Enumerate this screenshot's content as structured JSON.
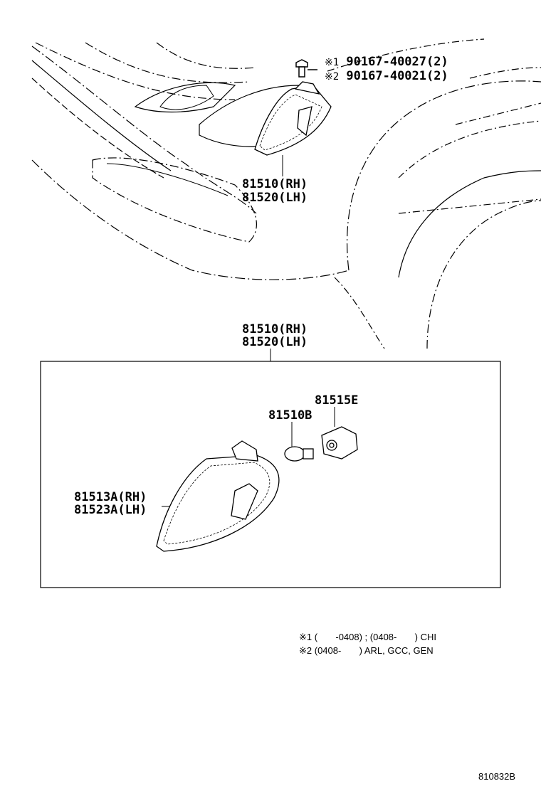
{
  "callouts": {
    "bolt": [
      {
        "ref": "※1",
        "part": "90167-40027(2)"
      },
      {
        "ref": "※2",
        "part": "90167-40021(2)"
      }
    ],
    "lamp_top": [
      "81510(RH)",
      "81520(LH)"
    ],
    "lamp_assy": [
      "81510(RH)",
      "81520(LH)"
    ],
    "socket": "81515E",
    "bulb": "81510B",
    "lens": [
      "81513A(RH)",
      "81523A(LH)"
    ]
  },
  "notes": [
    {
      "ref": "※1",
      "text": "(       -0408) ; (0408-       ) CHI"
    },
    {
      "ref": "※2",
      "text": "(0408-       ) ARL, GCC, GEN"
    }
  ],
  "diagram_id": "810832B"
}
